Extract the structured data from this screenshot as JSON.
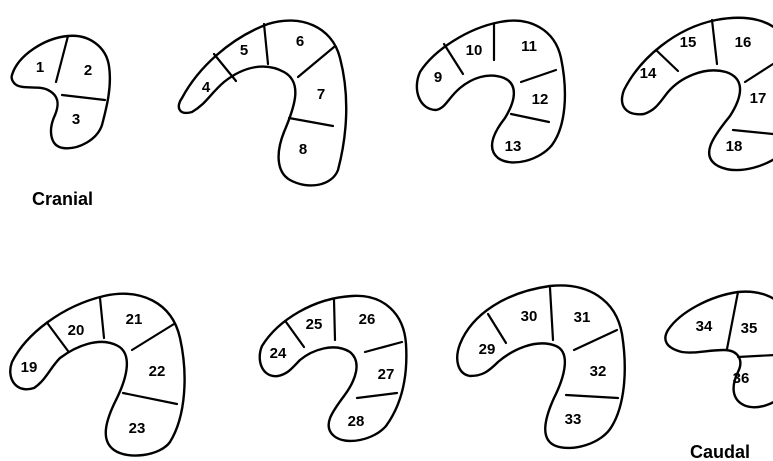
{
  "labels": {
    "cranial": "Cranial",
    "caudal": "Caudal"
  },
  "segments": {
    "s1": "1",
    "s2": "2",
    "s3": "3",
    "s4": "4",
    "s5": "5",
    "s6": "6",
    "s7": "7",
    "s8": "8",
    "s9": "9",
    "s10": "10",
    "s11": "11",
    "s12": "12",
    "s13": "13",
    "s14": "14",
    "s15": "15",
    "s16": "16",
    "s17": "17",
    "s18": "18",
    "s19": "19",
    "s20": "20",
    "s21": "21",
    "s22": "22",
    "s23": "23",
    "s24": "24",
    "s25": "25",
    "s26": "26",
    "s27": "27",
    "s28": "28",
    "s29": "29",
    "s30": "30",
    "s31": "31",
    "s32": "32",
    "s33": "33",
    "s34": "34",
    "s35": "35",
    "s36": "36"
  }
}
